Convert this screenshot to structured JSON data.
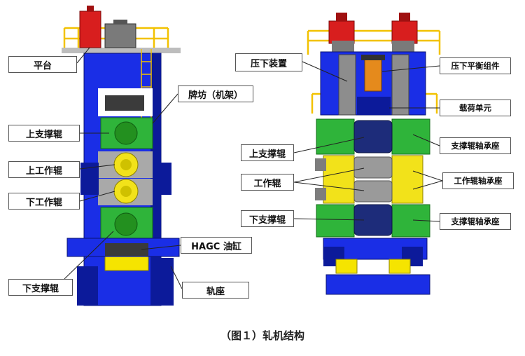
{
  "caption": "（图１）轧机结构",
  "left_labels": {
    "platform": "平台",
    "housing": "牌坊（机架）",
    "upper_backup_roll": "上支撑辊",
    "upper_work_roll": "上工作辊",
    "lower_work_roll": "下工作辊",
    "hagc_cylinder": "HAGC 油缸",
    "lower_backup_roll": "下支撑辊",
    "rail_base": "轨座"
  },
  "right_labels": {
    "screwdown_device": "压下装置",
    "screwdown_balance": "压下平衡组件",
    "load_cell": "载荷单元",
    "upper_backup_roll": "上支撑辊",
    "backup_chock_upper": "支撑辊轴承座",
    "work_roll": "工作辊",
    "work_roll_chock": "工作辊轴承座",
    "lower_backup_roll": "下支撑辊",
    "backup_chock_lower": "支撑辊轴承座"
  },
  "colors": {
    "housing_blue": "#1a2ee6",
    "dark_blue": "#0c1a9a",
    "backup_green": "#2fb43a",
    "work_roll_yellow": "#f2e21a",
    "motor_red": "#d81e1e",
    "rail_yellow": "#f5e400",
    "grey": "#8d8d8d",
    "dark": "#222222"
  }
}
